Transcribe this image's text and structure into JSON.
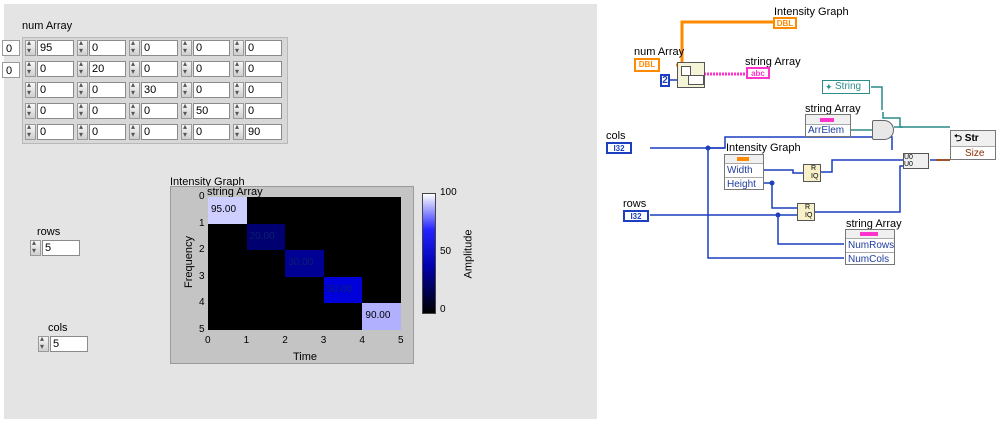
{
  "front_panel": {
    "num_array": {
      "label": "num Array",
      "index_row": "0",
      "index_col": "0",
      "rows": [
        [
          "95",
          "0",
          "0",
          "0",
          "0"
        ],
        [
          "0",
          "20",
          "0",
          "0",
          "0"
        ],
        [
          "0",
          "0",
          "30",
          "0",
          "0"
        ],
        [
          "0",
          "0",
          "0",
          "50",
          "0"
        ],
        [
          "0",
          "0",
          "0",
          "0",
          "90"
        ]
      ]
    },
    "rows_control": {
      "label": "rows",
      "value": "5"
    },
    "cols_control": {
      "label": "cols",
      "value": "5"
    },
    "intensity_graph": {
      "label": "Intensity Graph",
      "overlay_label": "string Array",
      "x_axis_label": "Time",
      "y_axis_label": "Frequency",
      "x_ticks": [
        "0",
        "1",
        "2",
        "3",
        "4",
        "5"
      ],
      "y_ticks": [
        "0",
        "1",
        "2",
        "3",
        "4",
        "5"
      ],
      "colorbar_label": "Amplitude",
      "colorbar_ticks": [
        "100",
        "50",
        "0"
      ],
      "cells": [
        {
          "label": "95.00",
          "value": 95
        },
        {
          "label": "20.00",
          "value": 20
        },
        {
          "label": "30.00",
          "value": 30
        },
        {
          "label": "50.00",
          "value": 50
        },
        {
          "label": "90.00",
          "value": 90
        }
      ]
    }
  },
  "block_diagram": {
    "intensity_graph_terminal": {
      "label": "Intensity Graph",
      "type": "DBL"
    },
    "num_array_terminal": {
      "label": "num Array",
      "type": "DBL"
    },
    "precision_constant": "2",
    "string_array_terminal": {
      "label": "string Array",
      "type": "abc"
    },
    "string_node": "String",
    "string_array_property": {
      "label": "string Array",
      "property": "ArrElem"
    },
    "cols_terminal": {
      "label": "cols",
      "type": "I32"
    },
    "rows_terminal": {
      "label": "rows",
      "type": "I32"
    },
    "graph_property": {
      "label": "Intensity Graph",
      "properties": [
        "Width",
        "Height"
      ]
    },
    "divide_node_label": "R",
    "divide_node_sub": "IQ",
    "string_size_node": {
      "title": "Str",
      "property": "Size"
    },
    "string_array_property2": {
      "label": "string Array",
      "properties": [
        "NumRows",
        "NumCols"
      ]
    },
    "bundle_label": "U0"
  }
}
